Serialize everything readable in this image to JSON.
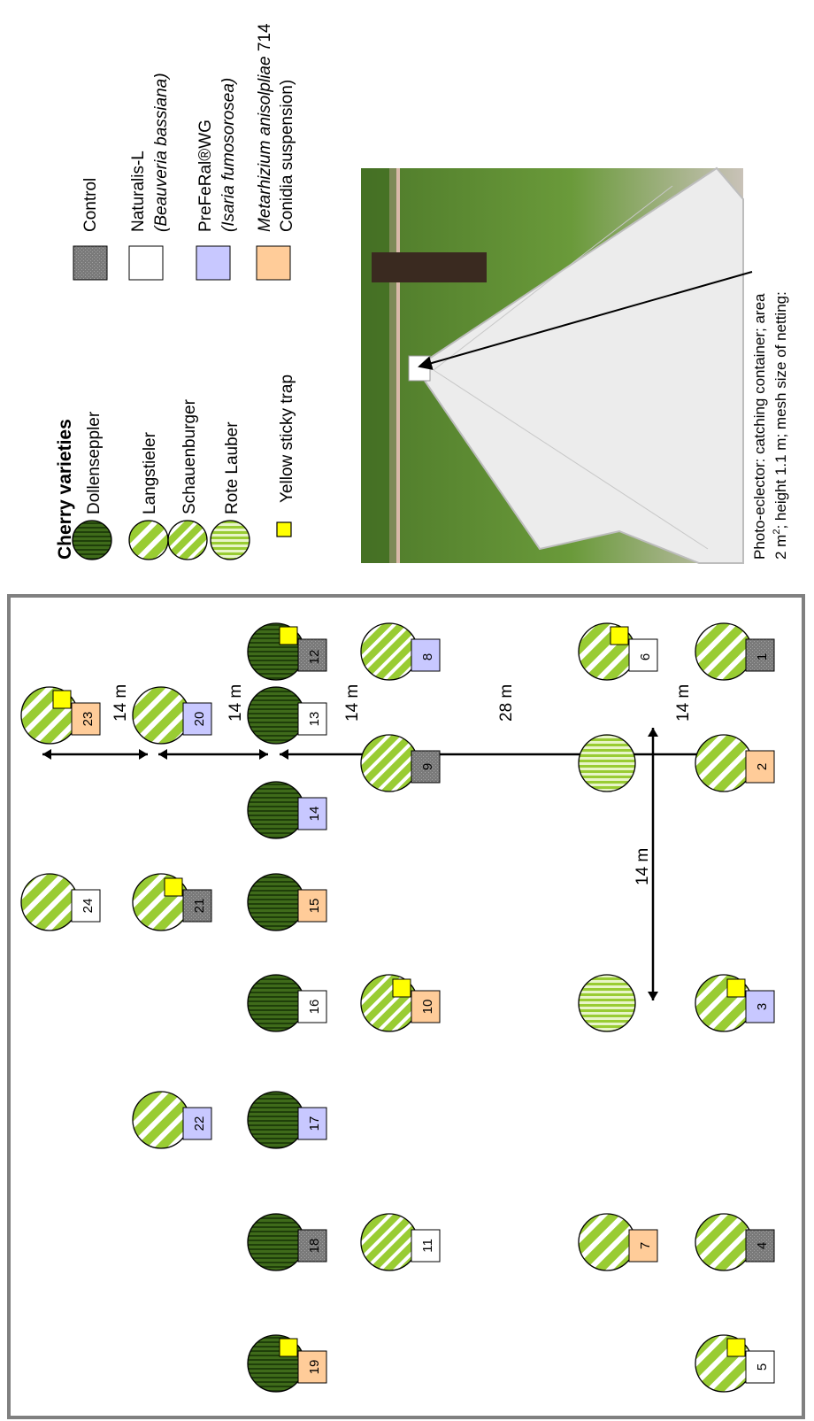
{
  "legend": {
    "title": "Cherry varieties",
    "varieties": [
      {
        "key": "dollenseppler",
        "label": "Dollenseppler"
      },
      {
        "key": "langstieler",
        "label": "Langstieler"
      },
      {
        "key": "schauenburger",
        "label": "Schauenburger"
      },
      {
        "key": "rotelauber",
        "label": "Rote Lauber"
      }
    ],
    "trap_label": "Yellow sticky trap",
    "treatments": [
      {
        "key": "control",
        "line1": "Control",
        "line2": "",
        "line2_italic": false
      },
      {
        "key": "naturalis",
        "line1": "Naturalis-L",
        "line2": "(Beauveria bassiana)",
        "line2_italic": true
      },
      {
        "key": "preferal",
        "line1": "PreFeRal®WG",
        "line2": "(Isaria fumosorosea)",
        "line2_italic": true
      },
      {
        "key": "metarhizium",
        "line1_italic": "Metarhizium anisolpliae",
        "line1_plain": " 714",
        "line2": "Conidia suspension)",
        "line2_italic": false
      }
    ]
  },
  "photo": {
    "caption_line1": "Photo-eclector: catching container; area",
    "caption_line2_a": "2 m",
    "caption_line2_sup": "2",
    "caption_line2_b": "; height 1.1 m; mesh size of netting:"
  },
  "distances": {
    "d1": "14 m",
    "d2": "14 m",
    "d3": "14 m",
    "d4": "28 m",
    "d5": "14 m",
    "d6": "14 m"
  },
  "plots": {
    "p1": "1",
    "p2": "2",
    "p3": "3",
    "p4": "4",
    "p5": "5",
    "p6": "6",
    "p7": "7",
    "p8": "8",
    "p9": "9",
    "p10": "10",
    "p11": "11",
    "p12": "12",
    "p13": "13",
    "p14": "14",
    "p15": "15",
    "p16": "16",
    "p17": "17",
    "p18": "18",
    "p19": "19",
    "p20": "20",
    "p21": "21",
    "p22": "22",
    "p23": "23",
    "p24": "24"
  },
  "colors": {
    "dark_green": "#3f6b1a",
    "light_green": "#99cc33",
    "control": "#808080",
    "naturalis": "#ffffff",
    "preferal": "#c8c8ff",
    "metarhizium": "#ffcc99",
    "trap": "#ffff00"
  }
}
